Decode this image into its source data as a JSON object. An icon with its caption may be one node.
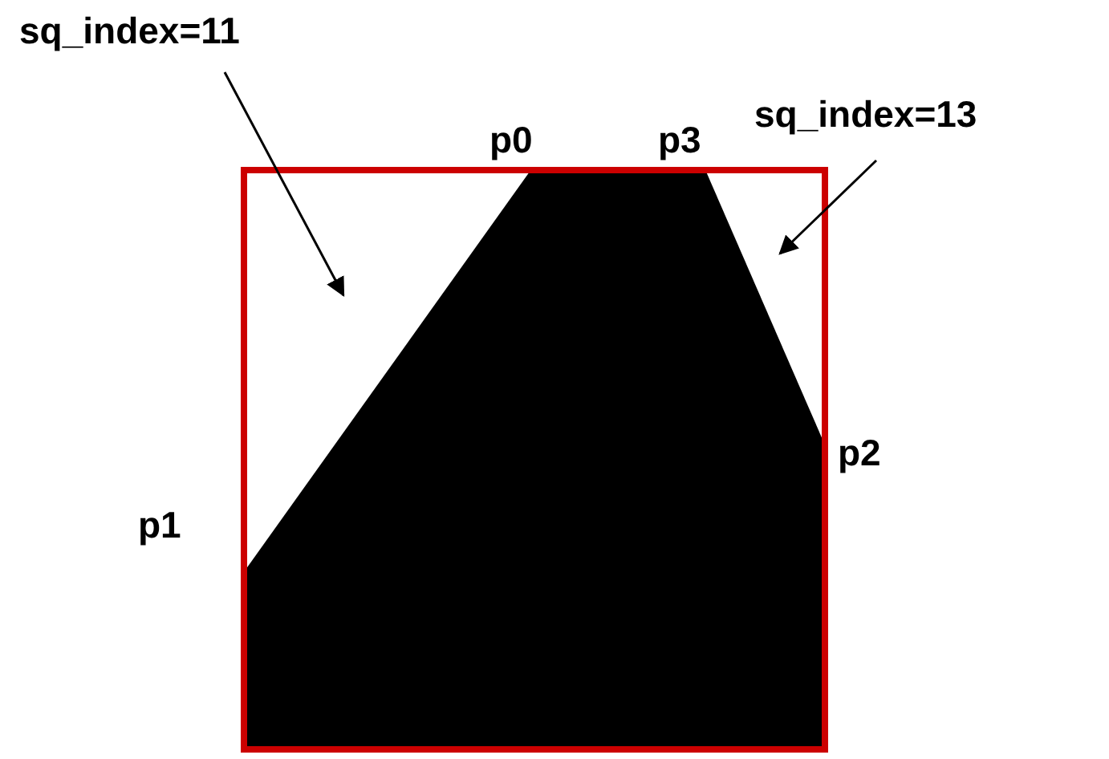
{
  "diagram": {
    "nodes": [
      {
        "text": [
          "sq_index=11"
        ]
      },
      {
        "text": [
          "sq_index=13"
        ]
      }
    ],
    "edges": [
      {
        "from": 0,
        "to": null,
        "arrow": "to"
      },
      {
        "from": 1,
        "to": null,
        "arrow": "to"
      }
    ],
    "labels": [
      "p0",
      "p3",
      "p2",
      "p1"
    ]
  }
}
